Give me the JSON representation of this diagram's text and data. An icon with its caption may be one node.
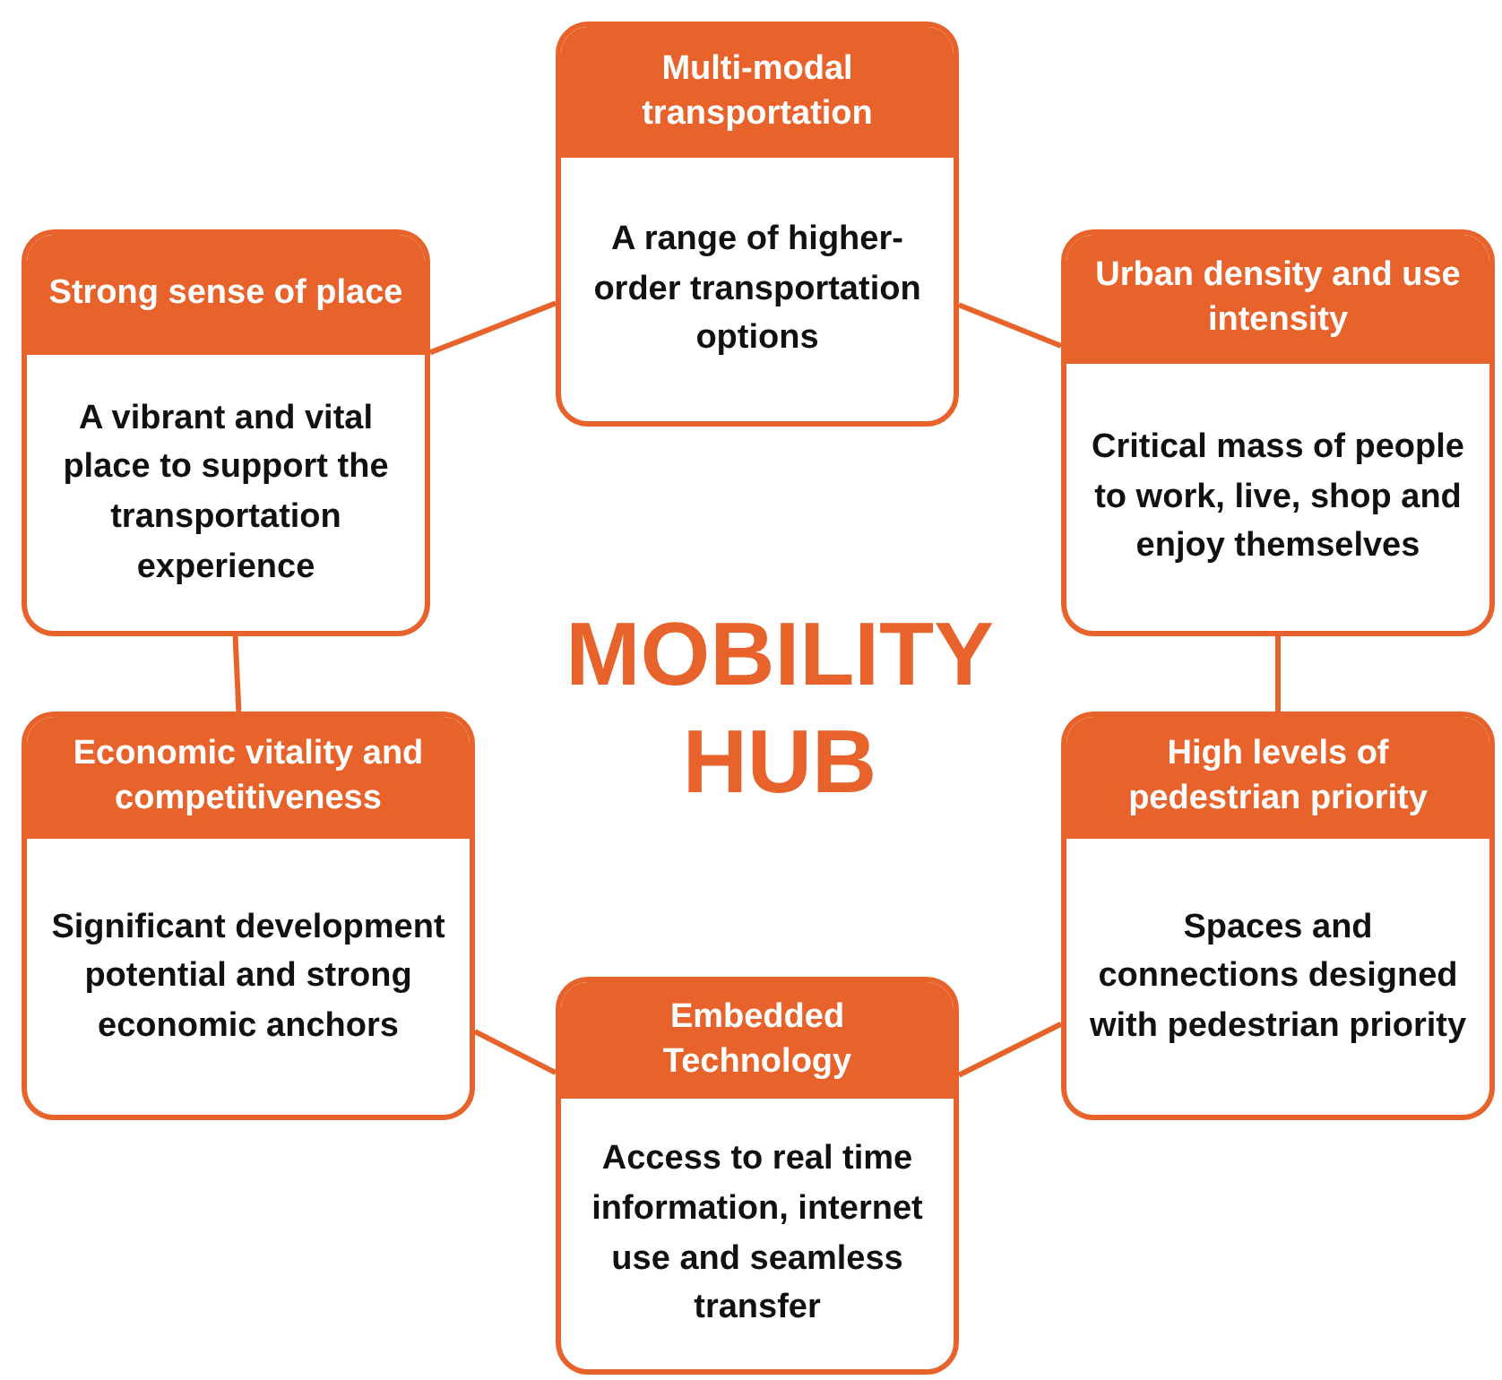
{
  "diagram": {
    "nodes": [
      {
        "text": [
          "Multi-modal transportation",
          "A range of higher-order transportation options"
        ]
      },
      {
        "text": [
          "Strong sense of place",
          "A vibrant and vital place to support the transportation experience"
        ]
      },
      {
        "text": [
          "Urban density and use intensity",
          "Critical mass of people to work, live, shop and enjoy themselves"
        ]
      },
      {
        "text": [
          "Economic vitality and competitiveness",
          "Significant development potential and strong economic anchors"
        ]
      },
      {
        "text": [
          "High levels of pedestrian priority",
          "Spaces and connections designed with pedestrian priority"
        ]
      },
      {
        "text": [
          "Embedded Technology",
          "Access to real time information, internet use and seamless transfer"
        ]
      }
    ],
    "edges": [
      {
        "from": 1,
        "to": 0,
        "arrow": "none"
      },
      {
        "from": 0,
        "to": 2,
        "arrow": "none"
      },
      {
        "from": 2,
        "to": 4,
        "arrow": "none"
      },
      {
        "from": 4,
        "to": 5,
        "arrow": "none"
      },
      {
        "from": 5,
        "to": 3,
        "arrow": "none"
      },
      {
        "from": 3,
        "to": 1,
        "arrow": "none"
      }
    ],
    "labels": [
      "MOBILITY HUB"
    ]
  }
}
